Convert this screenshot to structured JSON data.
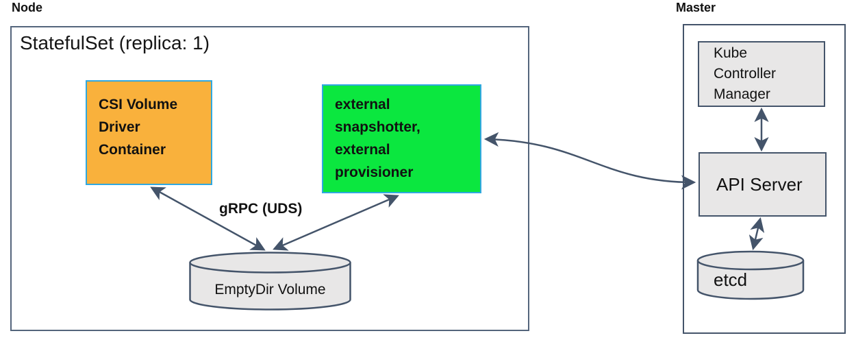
{
  "node": {
    "label": "Node",
    "statefulset_title": "StatefulSet (replica: 1)",
    "csi_box": {
      "lines": [
        "CSI Volume",
        "Driver",
        "Container"
      ],
      "fill": "#F9B13C",
      "border": "#30A8E0"
    },
    "sidecar_box": {
      "lines": [
        "external",
        "snapshotter,",
        "external",
        "provisioner"
      ],
      "fill": "#0BE73F",
      "border": "#30A8E0"
    },
    "emptydir": {
      "label": "EmptyDir Volume",
      "fill": "#E8E7E7"
    },
    "grpc_label": "gRPC (UDS)"
  },
  "master": {
    "label": "Master",
    "kcm_box": {
      "lines": [
        "Kube",
        "Controller",
        "Manager"
      ],
      "fill": "#E8E7E7"
    },
    "api_server": {
      "label": "API Server",
      "fill": "#E8E7E7"
    },
    "etcd": {
      "label": "etcd",
      "fill": "#E8E7E7"
    }
  },
  "colors": {
    "arrow_and_dark_border": "#44546A",
    "node_box_border": "#54657c",
    "cyan_box_border": "#30A8E0",
    "orange_fill": "#F9B13C",
    "green_fill": "#0BE73F",
    "gray_fill": "#E8E7E7"
  }
}
